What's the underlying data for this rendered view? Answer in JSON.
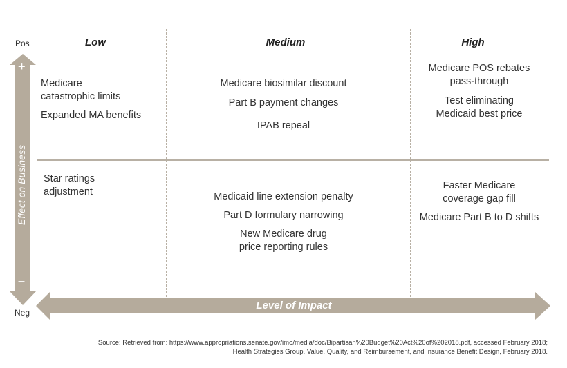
{
  "axes": {
    "y_top": "Pos",
    "y_bottom": "Neg",
    "y_plus": "+",
    "y_minus": "–",
    "y_label": "Effect on Business",
    "x_label": "Level of Impact"
  },
  "columns": {
    "low": "Low",
    "medium": "Medium",
    "high": "High"
  },
  "quadrants": {
    "low_pos": [
      "Medicare",
      "catastrophic limits",
      "Expanded MA benefits"
    ],
    "medium_pos": [
      "Medicare biosimilar discount",
      "Part B payment changes",
      "IPAB repeal"
    ],
    "high_pos": [
      "Medicare POS rebates",
      "pass-through",
      "Test eliminating",
      "Medicaid best price"
    ],
    "low_neg": [
      "Star ratings",
      "adjustment"
    ],
    "medium_neg": [
      "Medicaid line extension penalty",
      "Part D formulary narrowing",
      "New Medicare drug",
      "price reporting rules"
    ],
    "high_neg": [
      "Faster Medicare",
      "coverage gap fill",
      "Medicare Part B to D shifts"
    ]
  },
  "footnote": {
    "line1": "Source: Retrieved from: https://www.appropriations.senate.gov/imo/media/doc/Bipartisan%20Budget%20Act%20of%202018.pdf, accessed February 2018;",
    "line2": "Health Strategies Group, Value, Quality, and Reimbursement, and Insurance Benefit Design, February 2018."
  },
  "colors": {
    "arrow": "#b5ab9c",
    "divider": "#b8b0a4"
  }
}
